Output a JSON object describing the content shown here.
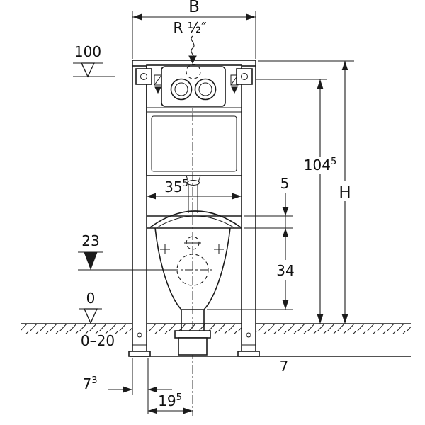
{
  "diagram": {
    "type": "wc-concealed-cistern-frame-installation-drawing",
    "units": "cm",
    "colors": {
      "line": "#1b1b1b",
      "background": "#ffffff"
    },
    "dims": {
      "b": "B",
      "supply": "R ½″",
      "level_100": "100",
      "h104_main": "104",
      "h104_sup": "5",
      "height": "H",
      "w355_main": "35",
      "w355_sup": "5",
      "gap5": "5",
      "level_23": "23",
      "depth34": "34",
      "level_0": "0",
      "range": "0–20",
      "offset7": "7",
      "d73_main": "7",
      "d73_sup": "3",
      "d195_main": "19",
      "d195_sup": "5"
    }
  }
}
